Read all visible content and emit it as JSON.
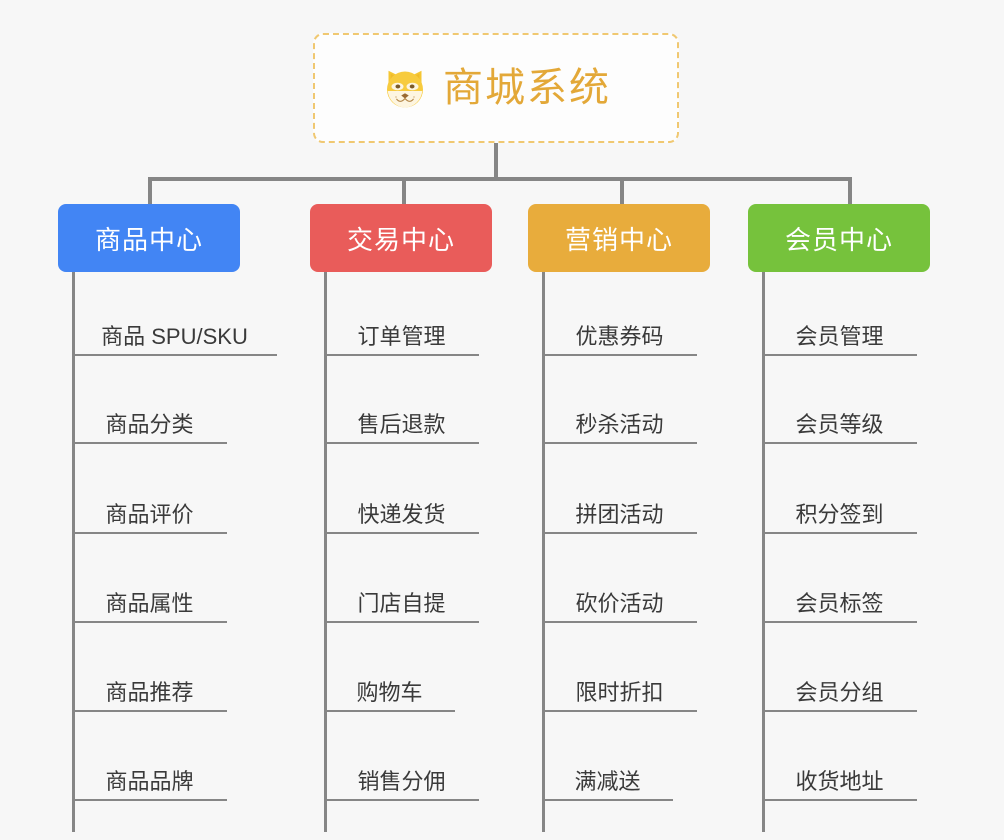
{
  "page": {
    "background": "#f7f7f7",
    "line_color": "#868686"
  },
  "root": {
    "title": "商城系统",
    "icon": "dog-face-icon",
    "border_color": "#f0c871",
    "title_color": "#e3a838",
    "background": "#fdfdfd"
  },
  "columns": [
    {
      "label": "商品中心",
      "color": "#4285f4",
      "items": [
        "商品 SPU/SKU",
        "商品分类",
        "商品评价",
        "商品属性",
        "商品推荐",
        "商品品牌"
      ]
    },
    {
      "label": "交易中心",
      "color": "#e95c5a",
      "items": [
        "订单管理",
        "售后退款",
        "快递发货",
        "门店自提",
        "购物车",
        "销售分佣"
      ]
    },
    {
      "label": "营销中心",
      "color": "#e8ac3c",
      "items": [
        "优惠券码",
        "秒杀活动",
        "拼团活动",
        "砍价活动",
        "限时折扣",
        "满减送"
      ]
    },
    {
      "label": "会员中心",
      "color": "#76c23c",
      "items": [
        "会员管理",
        "会员等级",
        "积分签到",
        "会员标签",
        "会员分组",
        "收货地址"
      ]
    }
  ]
}
